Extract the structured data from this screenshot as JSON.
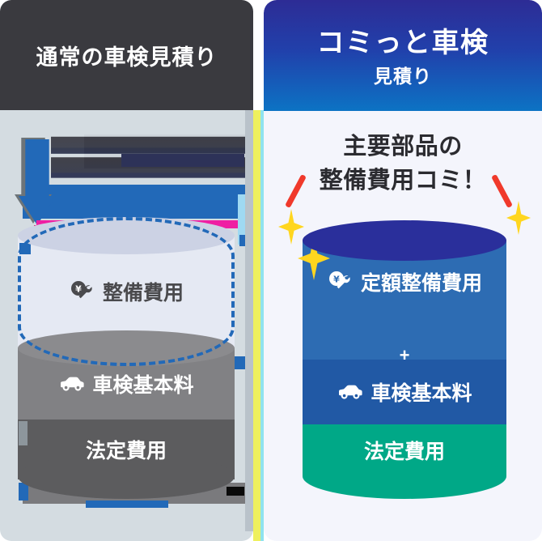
{
  "comparison": {
    "left_panel": {
      "header_title": "通常の車検見積り",
      "lead_text_corrupted": "",
      "cylinder": {
        "segments": [
          {
            "label": "整備費用",
            "icon": "yen-wrench-icon",
            "color": "#e5e9f3",
            "text_color": "#4a4a4d",
            "highlighted": true
          },
          {
            "label": "車検基本料",
            "icon": "car-icon",
            "color": "#818184",
            "text_color": "#ffffff",
            "highlighted": false
          },
          {
            "label": "法定費用",
            "icon": "",
            "color": "#5c5c5e",
            "text_color": "#ffffff",
            "highlighted": false
          }
        ]
      }
    },
    "right_panel": {
      "header_title": "コミっと車検",
      "header_subtitle": "見積り",
      "lead_line1": "主要部品の",
      "lead_line2": "整備費用コミ！",
      "plus_symbol": "+",
      "cylinder": {
        "segments": [
          {
            "label": "定額整備費用",
            "icon": "yen-wrench-icon",
            "color": "#2d6cb3",
            "text_color": "#ffffff"
          },
          {
            "label": "車検基本料",
            "icon": "car-icon",
            "color": "#2159a5",
            "text_color": "#ffffff"
          },
          {
            "label": "法定費用",
            "icon": "",
            "color": "#00a887",
            "text_color": "#ffffff"
          }
        ]
      }
    }
  },
  "colors": {
    "left_header_bg": "#3a3a3f",
    "left_panel_bg": "#d4dce1",
    "right_header_gradient_start": "#2d2c95",
    "right_header_gradient_end": "#0c73c4",
    "right_panel_bg": "#f4f5fc",
    "accent_teal": "#00a887",
    "accent_blue": "#2d6cb3",
    "accent_navy": "#2a2f9b",
    "sparkle_yellow": "#ffd61f",
    "slash_red": "#f0392b",
    "dashed_ring_blue": "#2269b8",
    "glitch_magenta": "#ef1fa3"
  }
}
